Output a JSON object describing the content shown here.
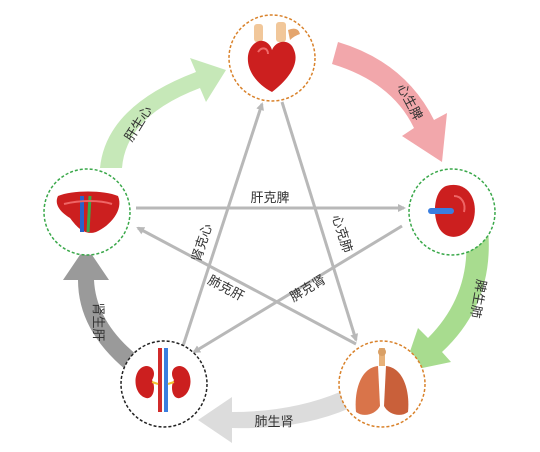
{
  "organs": {
    "heart": {
      "icon": "heart-icon",
      "ring_color": "#d9822b"
    },
    "spleen": {
      "icon": "spleen-icon",
      "ring_color": "#3aa84a"
    },
    "lung": {
      "icon": "lung-icon",
      "ring_color": "#d9822b"
    },
    "kidney": {
      "icon": "kidney-icon",
      "ring_color": "#222222"
    },
    "liver": {
      "icon": "liver-icon",
      "ring_color": "#3aa84a"
    }
  },
  "generating": {
    "heart_spleen": {
      "label": "心生脾",
      "color": "#f2a7ab"
    },
    "spleen_lung": {
      "label": "脾生肺",
      "color": "#a8dc8f"
    },
    "lung_kidney": {
      "label": "肺生肾",
      "color": "#dcdcdc"
    },
    "kidney_liver": {
      "label": "肾生肝",
      "color": "#9a9a9a"
    },
    "liver_heart": {
      "label": "肝生心",
      "color": "#c6e8b8"
    }
  },
  "restraining": {
    "color": "#b8b8b8",
    "liver_spleen": "肝克脾",
    "heart_lung": "心克肺",
    "kidney_heart": "肾克心",
    "lung_liver": "肺克肝",
    "spleen_kidney": "脾克肾"
  }
}
